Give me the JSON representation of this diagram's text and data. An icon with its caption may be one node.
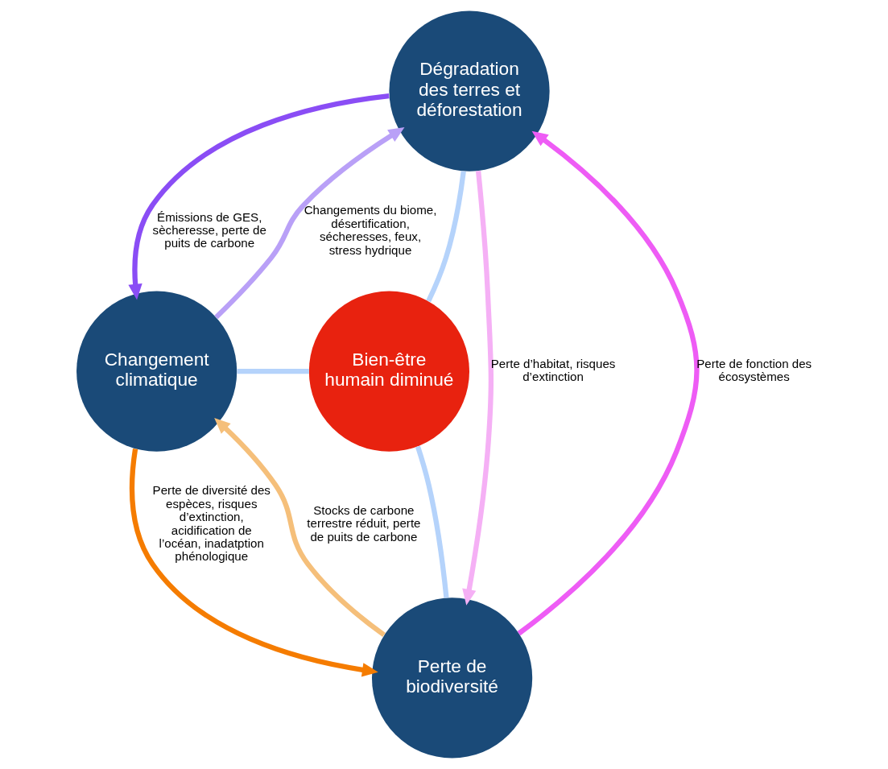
{
  "diagram": {
    "nodes": [
      {
        "text": [
          "Dégradation des terres et déforestation"
        ]
      },
      {
        "text": [
          "Changement climatique"
        ]
      },
      {
        "text": [
          "Bien-être humain diminué"
        ]
      },
      {
        "text": [
          "Perte de biodiversité"
        ]
      }
    ],
    "edges": [
      {
        "from": 0,
        "to": 1,
        "arrow": "to",
        "label": "Émissions de GES, sècheresse, perte de puits de carbone",
        "color": "#8a4df5"
      },
      {
        "from": 1,
        "to": 0,
        "arrow": "to",
        "label": "Changements du biome, désertification, sécheresses, feux, stress hydrique",
        "color": "#b9a0f7"
      },
      {
        "from": 3,
        "to": 0,
        "arrow": "to",
        "label": "Perte de fonction des écosystèmes",
        "color": "#ee5cf5"
      },
      {
        "from": 0,
        "to": 3,
        "arrow": "to",
        "label": "Perte d’habitat, risques d’extinction",
        "color": "#f5b0f5"
      },
      {
        "from": 1,
        "to": 3,
        "arrow": "to",
        "label": "Perte de diversité des espèces, risques d’extinction, acidification de l’océan, inadatption phénologique",
        "color": "#f57c00"
      },
      {
        "from": 3,
        "to": 1,
        "arrow": "to",
        "label": "Stocks de carbone terrestre réduit, perte de puits de carbone",
        "color": "#f5bf7a"
      },
      {
        "from": 0,
        "to": 2,
        "arrow": "none",
        "color": "#b5d3fb"
      },
      {
        "from": 1,
        "to": 2,
        "arrow": "none",
        "color": "#b5d3fb"
      },
      {
        "from": 3,
        "to": 2,
        "arrow": "none",
        "color": "#b5d3fb"
      }
    ]
  }
}
